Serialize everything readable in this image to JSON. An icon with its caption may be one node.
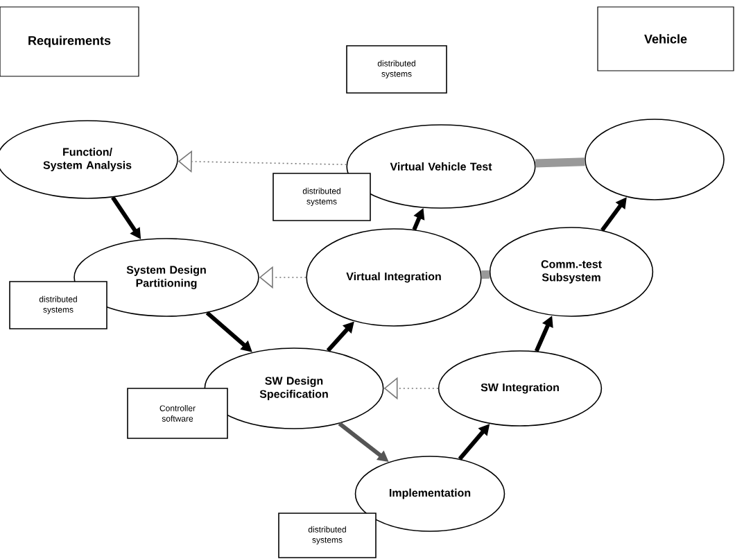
{
  "diagram": {
    "nodes": [
      {
        "text": [
          "Requirements"
        ]
      },
      {
        "text": [
          "Vehicle"
        ]
      },
      {
        "text": [
          "Function/ System Analysis"
        ]
      },
      {
        "text": [
          "System Design Partitioning"
        ]
      },
      {
        "text": [
          "Virtual Integration"
        ]
      },
      {
        "text": [
          "Virtual Vehicle Test"
        ]
      },
      {
        "text": [],
        "shape": "ellipse"
      },
      {
        "text": [
          "Comm.-test Subsystem"
        ]
      },
      {
        "text": [
          "SW Design Specification"
        ]
      },
      {
        "text": [
          "SW Integration"
        ]
      },
      {
        "text": [
          "Implementation"
        ]
      },
      {
        "text": [
          "distributed systems"
        ]
      },
      {
        "text": [
          "distributed systems"
        ]
      },
      {
        "text": [
          "distributed systems"
        ]
      },
      {
        "text": [
          "Controller software"
        ]
      },
      {
        "text": [
          "distributed systems"
        ]
      }
    ],
    "edges": [
      {
        "from": 2,
        "to": 3,
        "arrow": "to"
      },
      {
        "from": 3,
        "to": 8,
        "arrow": "to"
      },
      {
        "from": 8,
        "to": 4,
        "arrow": "to"
      },
      {
        "from": 4,
        "to": 5,
        "arrow": "to"
      },
      {
        "from": 8,
        "to": 10,
        "arrow": "to",
        "color": "#555555"
      },
      {
        "from": 10,
        "to": 9,
        "arrow": "to"
      },
      {
        "from": 9,
        "to": 7,
        "arrow": "to"
      },
      {
        "from": 7,
        "to": 6,
        "arrow": "to"
      },
      {
        "from": 5,
        "to": 2,
        "arrow": "to",
        "style": "dashed",
        "color": "#777777"
      },
      {
        "from": 4,
        "to": 3,
        "arrow": "to",
        "style": "dashed",
        "color": "#777777"
      },
      {
        "from": 9,
        "to": 8,
        "arrow": "to",
        "style": "dashed",
        "color": "#777777"
      },
      {
        "from": 5,
        "to": 6,
        "arrow": "none",
        "style": "thick",
        "color": "#999999"
      },
      {
        "from": 4,
        "to": 7,
        "arrow": "none",
        "style": "thick",
        "color": "#999999"
      }
    ]
  }
}
